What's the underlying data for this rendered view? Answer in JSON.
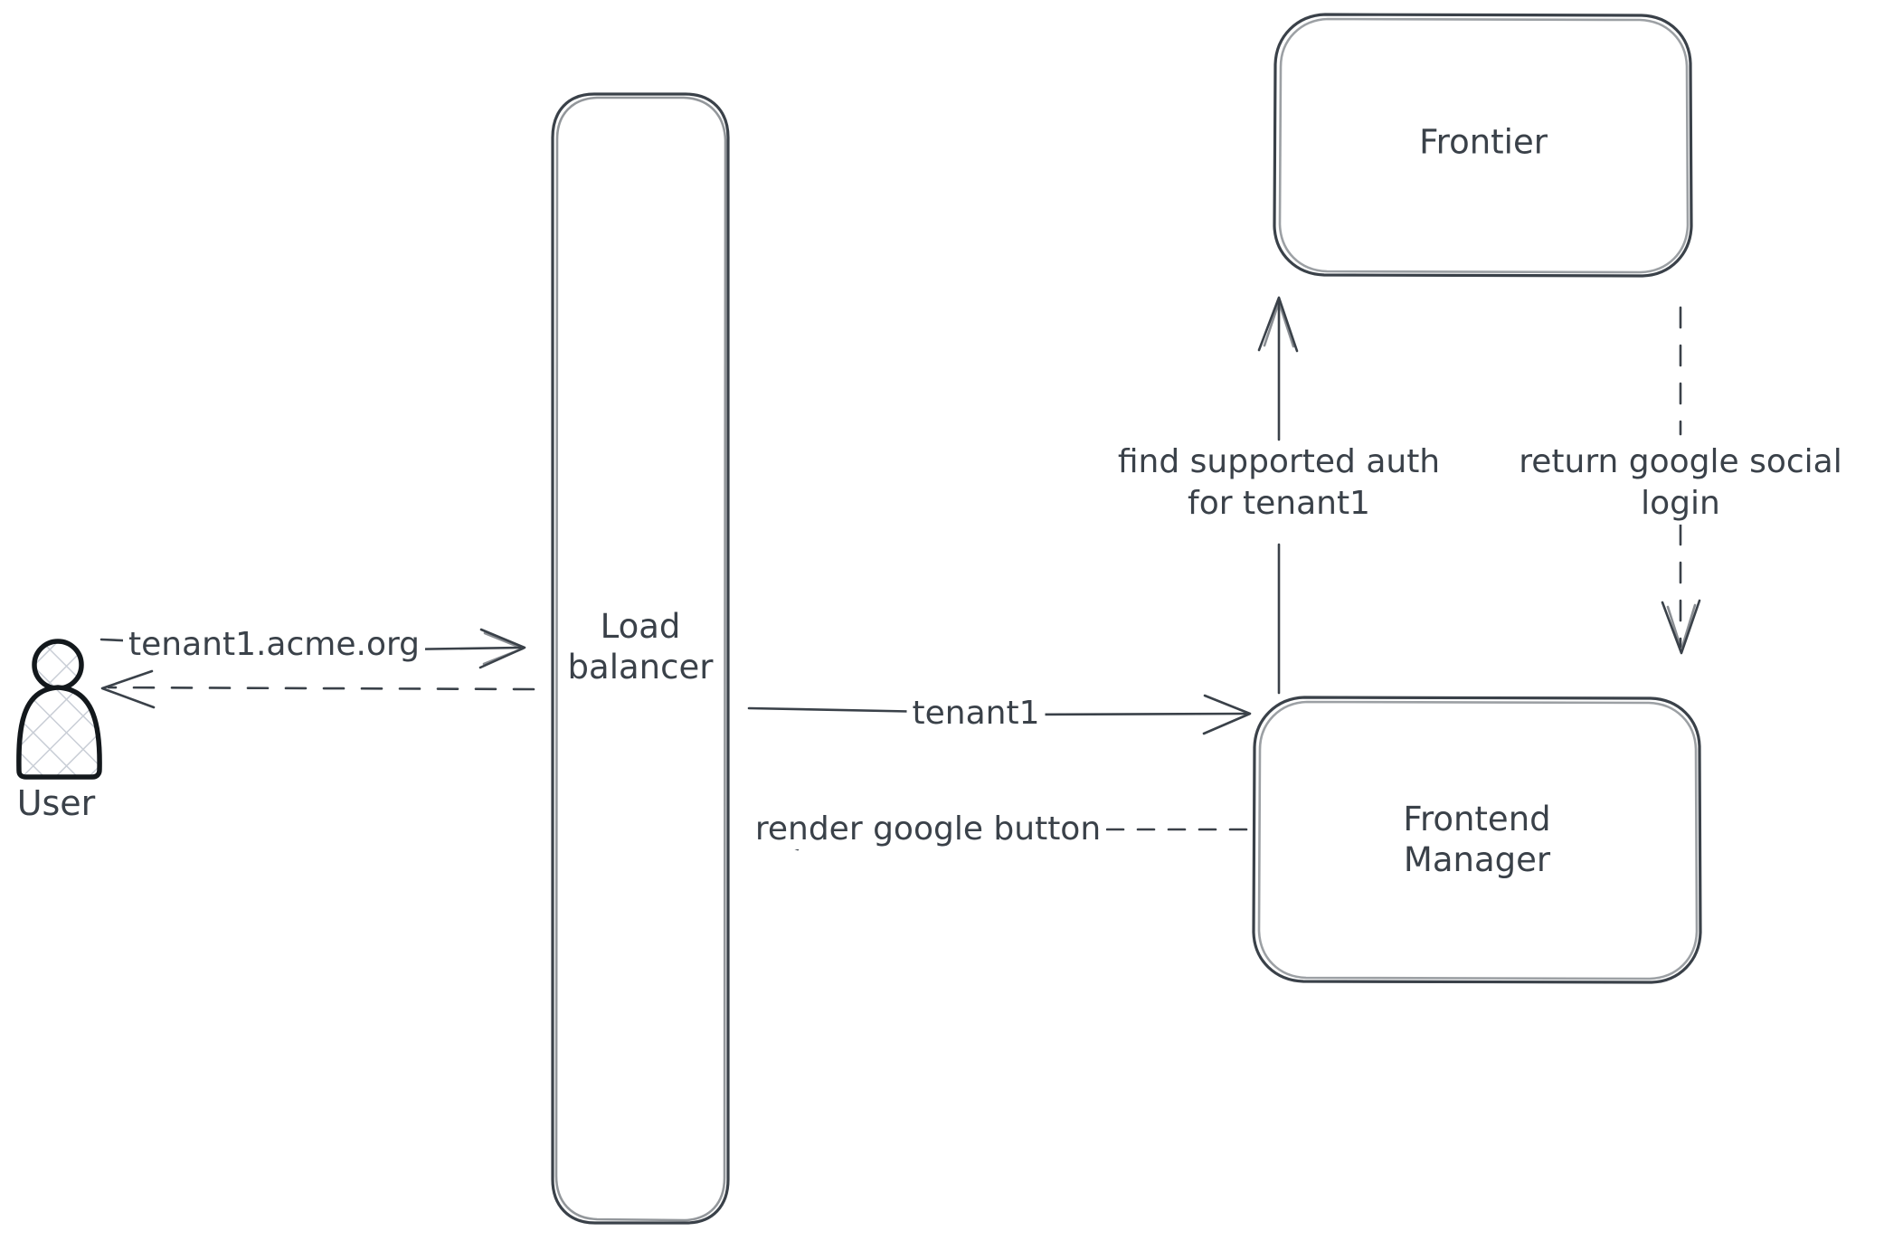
{
  "diagram": {
    "type": "flow-diagram",
    "style": "hand-drawn",
    "stroke_color": "#3a4149",
    "background_color": "#ffffff",
    "actor_outline_color": "#13181c",
    "hatch_color": "#c9ced6",
    "nodes": [
      {
        "id": "user",
        "label": "User",
        "shape": "actor-stick-figure"
      },
      {
        "id": "load-balancer",
        "label": "Load\nbalancer",
        "shape": "tall-rounded-rect"
      },
      {
        "id": "frontier",
        "label": "Frontier",
        "shape": "rounded-rect"
      },
      {
        "id": "frontend-manager",
        "label": "Frontend\nManager",
        "shape": "rounded-rect"
      }
    ],
    "edges": [
      {
        "id": "user-to-lb",
        "label": "tenant1.acme.org",
        "from": "user",
        "to": "load-balancer",
        "line": "solid",
        "direction": "right"
      },
      {
        "id": "lb-to-user",
        "label": "",
        "from": "load-balancer",
        "to": "user",
        "line": "dashed",
        "direction": "left"
      },
      {
        "id": "lb-to-fm",
        "label": "tenant1",
        "from": "load-balancer",
        "to": "frontend-manager",
        "line": "solid",
        "direction": "right"
      },
      {
        "id": "fm-to-lb",
        "label": "render google button",
        "from": "frontend-manager",
        "to": "load-balancer",
        "line": "dashed",
        "direction": "left"
      },
      {
        "id": "fm-to-frontier",
        "label": "find supported auth\nfor tenant1",
        "from": "frontend-manager",
        "to": "frontier",
        "line": "solid",
        "direction": "up"
      },
      {
        "id": "frontier-to-fm",
        "label": "return google social\nlogin",
        "from": "frontier",
        "to": "frontend-manager",
        "line": "dashed",
        "direction": "down"
      }
    ]
  }
}
